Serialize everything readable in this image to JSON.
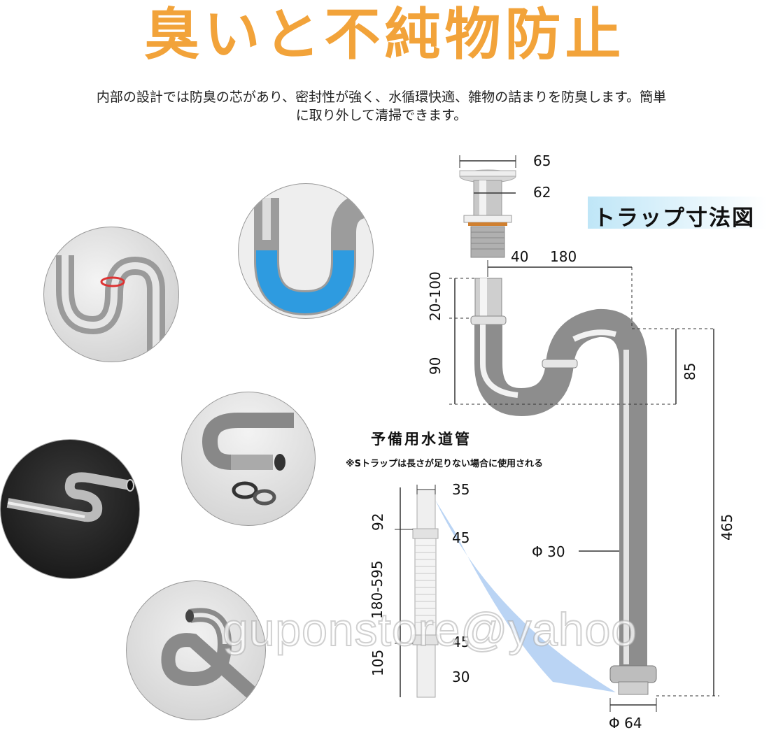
{
  "title": "臭いと不純物防止",
  "description": "内部の設計では防臭の芯があり、密封性が強く、水循環快適、雑物の詰まりを防臭します。簡単に取り外して清掃できます。",
  "badge": "トラップ寸法図",
  "spare": {
    "title": "予備用水道管",
    "note": "※Sトラップは長さが足りない場合に使用される"
  },
  "dims": {
    "d65": "65",
    "d62": "62",
    "d40": "40",
    "d180": "180",
    "d20_100": "20-100",
    "d90": "90",
    "d85": "85",
    "d465": "465",
    "phi30": "Φ 30",
    "phi64": "Φ 64",
    "s35": "35",
    "s45a": "45",
    "s92": "92",
    "s180_595": "180-595",
    "s45b": "45",
    "s105": "105",
    "s30": "30"
  },
  "watermark": "guponstore@yahoo"
}
